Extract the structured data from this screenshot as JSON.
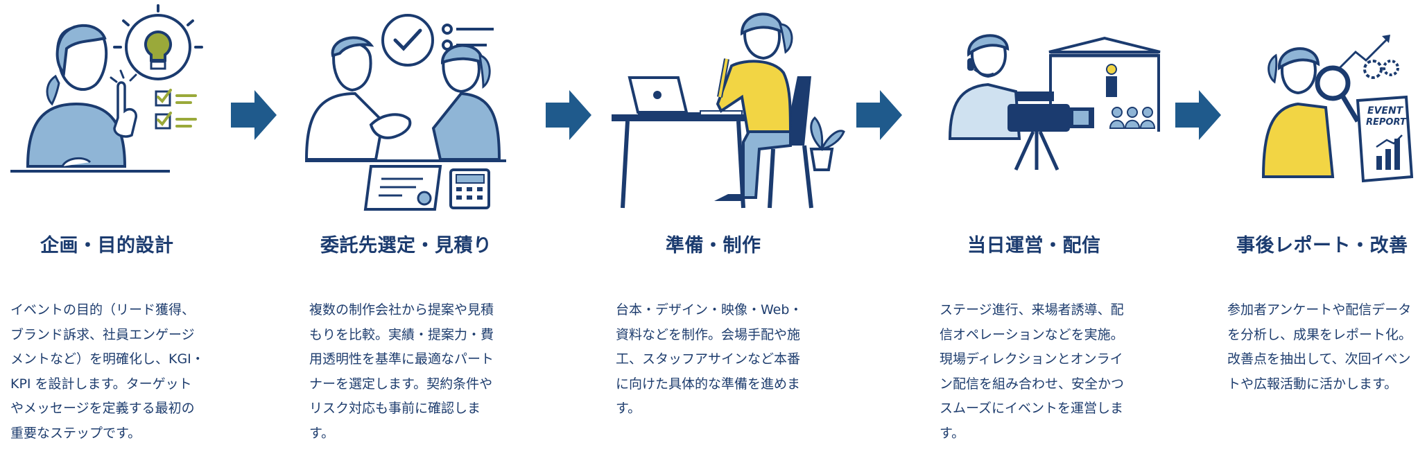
{
  "steps": [
    {
      "title": "企画・目的設計",
      "icon": "planning-idea-icon",
      "lines": [
        "イベントの目的（リード獲得、",
        "ブランド訴求、社員エンゲージ",
        "メントなど）を明確化し、KGI・",
        "KPI を設計します。ターゲット",
        "やメッセージを定義する最初の",
        "重要なステップです。"
      ]
    },
    {
      "title": "委託先選定・見積り",
      "icon": "handshake-contract-icon",
      "lines": [
        "複数の制作会社から提案や見積",
        "もりを比較。実績・提案力・費",
        "用透明性を基準に最適なパート",
        "ナーを選定します。契約条件や",
        "リスク対応も事前に確認しま",
        "す。"
      ]
    },
    {
      "title": "準備・制作",
      "icon": "preparation-desk-icon",
      "lines": [
        "台本・デザイン・映像・Web・",
        "資料などを制作。会場手配や施",
        "工、スタッフアサインなど本番",
        "に向けた具体的な準備を進めま",
        "す。"
      ]
    },
    {
      "title": "当日運営・配信",
      "icon": "stage-camera-icon",
      "lines": [
        "ステージ進行、来場者誘導、配",
        "信オペレーションなどを実施。",
        "現場ディレクションとオンライ",
        "ン配信を組み合わせ、安全かつ",
        "スムーズにイベントを運営しま",
        "す。"
      ]
    },
    {
      "title": "事後レポート・改善",
      "icon": "event-report-magnifier-icon",
      "report_label_1": "EVENT",
      "report_label_2": "REPORT",
      "lines": [
        "参加者アンケートや配信データ",
        "を分析し、成果をレポート化。",
        "改善点を抽出して、次回イベン",
        "トや広報活動に活かします。"
      ]
    }
  ],
  "arrow_icon": "arrow-right-icon",
  "colors": {
    "navy": "#1b3b6f",
    "light_blue": "#8fb5d6",
    "yellow": "#f2d544",
    "green": "#9aa93a",
    "arrow": "#1f5a8c"
  }
}
